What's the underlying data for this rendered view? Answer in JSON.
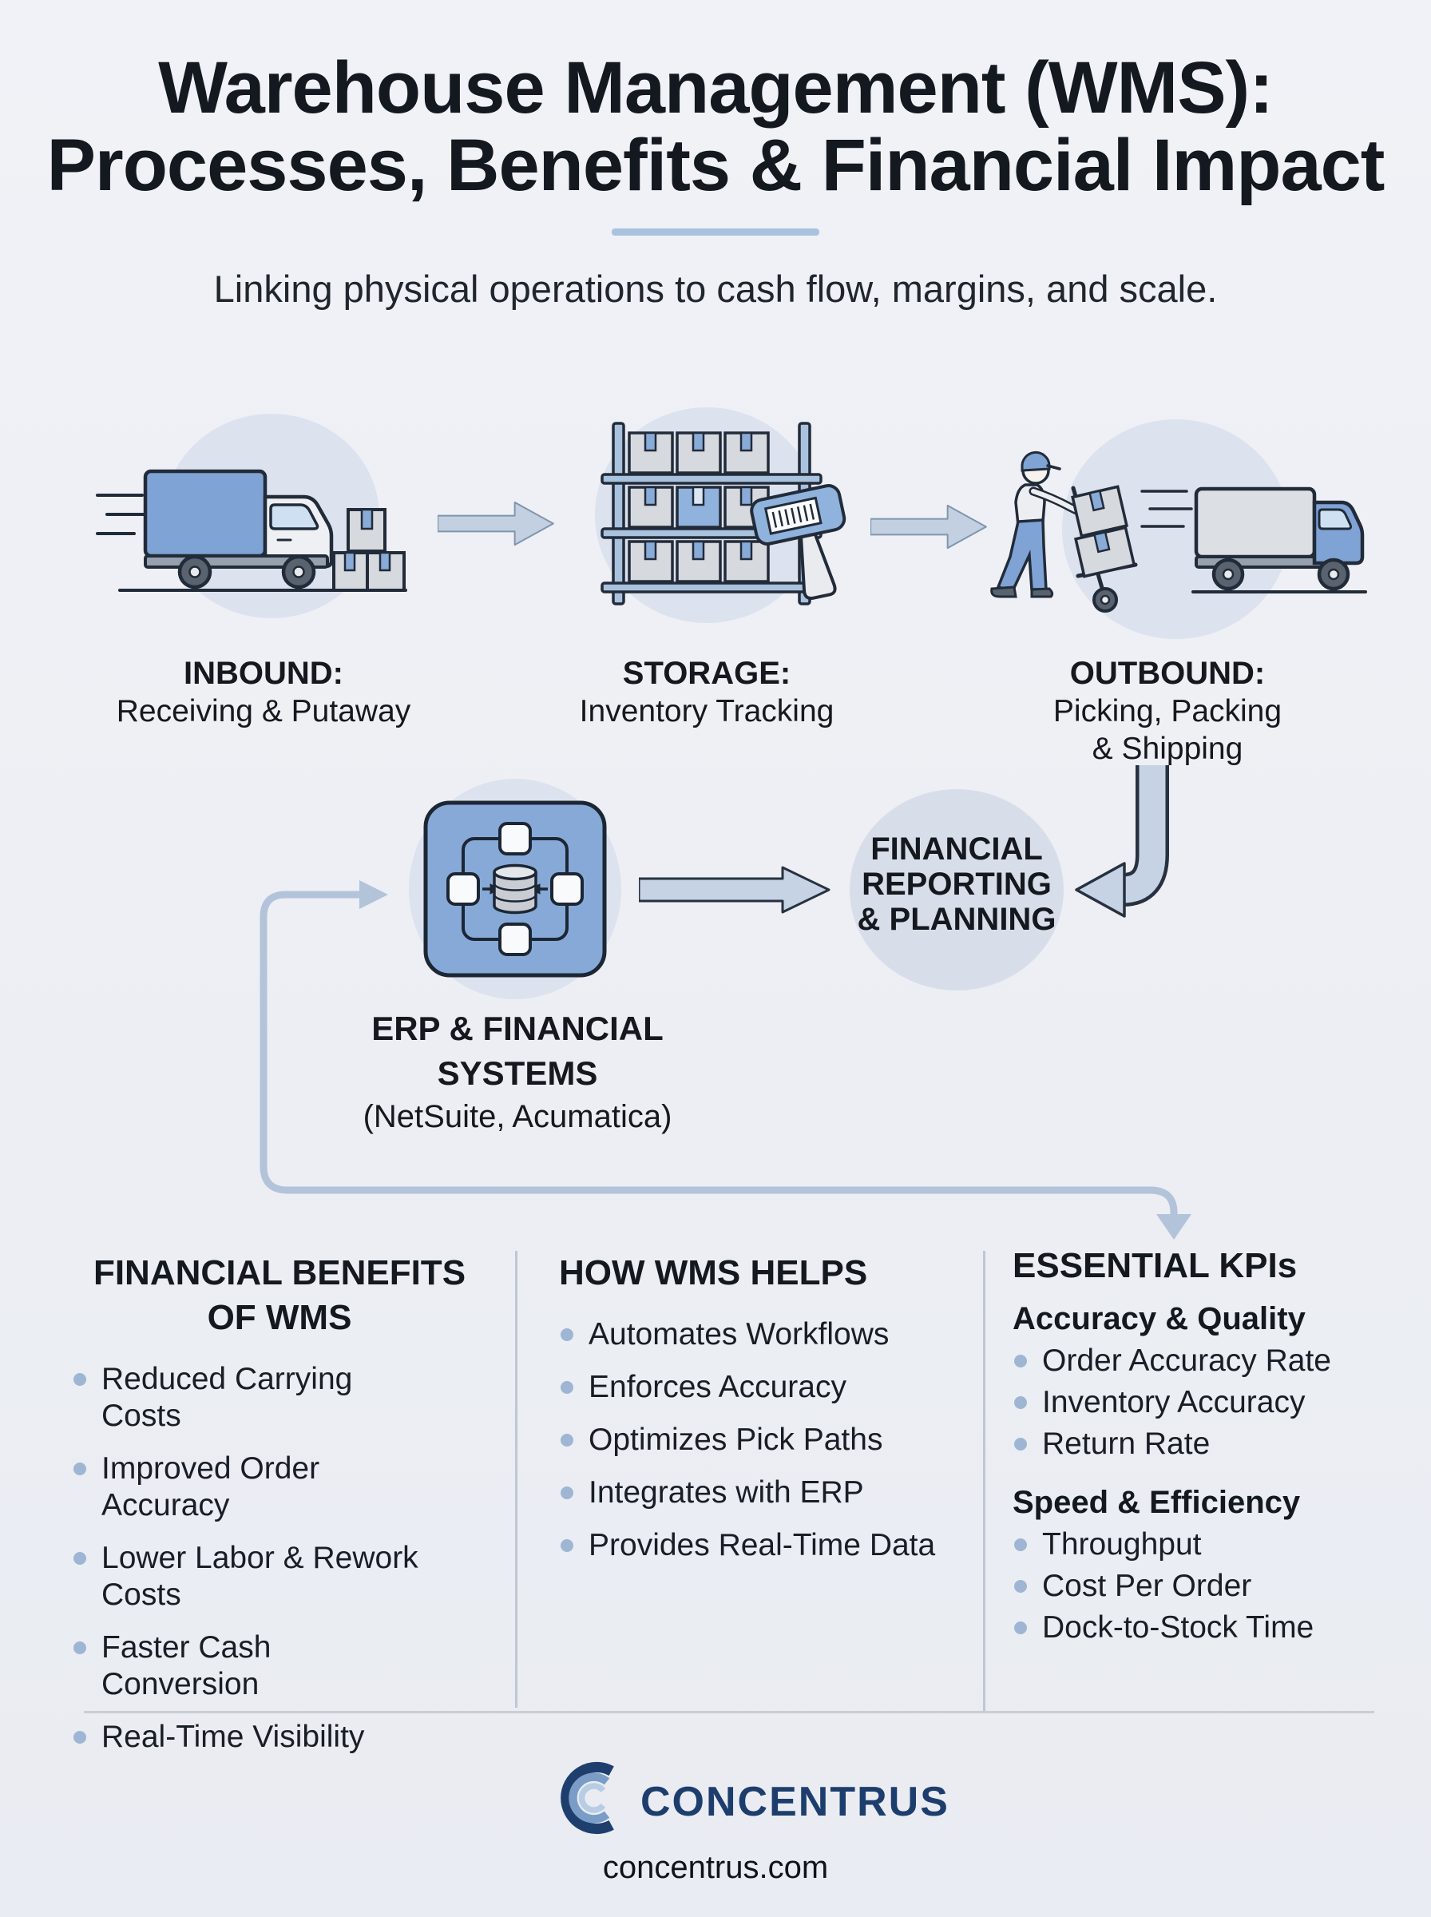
{
  "header": {
    "title_line1": "Warehouse Management (WMS):",
    "title_line2": "Processes, Benefits & Financial Impact",
    "subtitle": "Linking physical operations to cash flow, margins, and scale."
  },
  "process_flow": {
    "steps": [
      {
        "title": "INBOUND:",
        "line1": "Receiving & Putaway",
        "line2": "",
        "icon": "delivery-truck-boxes-icon"
      },
      {
        "title": "STORAGE:",
        "line1": "Inventory Tracking",
        "line2": "",
        "icon": "shelf-barcode-scanner-icon"
      },
      {
        "title": "OUTBOUND:",
        "line1": "Picking, Packing",
        "line2": "& Shipping",
        "icon": "worker-handtruck-truck-icon"
      }
    ]
  },
  "erp": {
    "title_line1": "ERP & FINANCIAL",
    "title_line2": "SYSTEMS",
    "subtitle": "(NetSuite, Acumatica)",
    "icon": "erp-database-network-icon"
  },
  "financial_reporting": {
    "line1": "FINANCIAL",
    "line2": "REPORTING",
    "line3": "& PLANNING"
  },
  "columns": [
    {
      "heading_line1": "FINANCIAL BENEFITS",
      "heading_line2": "OF WMS",
      "items": [
        "Reduced Carrying Costs",
        "Improved Order Accuracy",
        "Lower Labor & Rework Costs",
        "Faster Cash Conversion",
        "Real-Time Visibility"
      ]
    },
    {
      "heading_line1": "HOW WMS HELPS",
      "items": [
        "Automates Workflows",
        "Enforces Accuracy",
        "Optimizes Pick Paths",
        "Integrates with ERP",
        "Provides Real-Time Data"
      ]
    },
    {
      "heading_line1": "ESSENTIAL KPIs",
      "groups": [
        {
          "subheading": "Accuracy & Quality",
          "items": [
            "Order Accuracy Rate",
            "Inventory Accuracy",
            "Return Rate"
          ]
        },
        {
          "subheading": "Speed & Efficiency",
          "items": [
            "Throughput",
            "Cost Per Order",
            "Dock-to-Stock Time"
          ]
        }
      ]
    }
  ],
  "footer": {
    "brand": "CONCENTRUS",
    "website": "concentrus.com"
  },
  "colors": {
    "background": "#edeff4",
    "accent_blue": "#7ea3d4",
    "light_arrow": "#c3d0e2",
    "thin_arrow": "#b3c3d9",
    "halo": "#dce2ee",
    "bullet": "#9eb6d4",
    "brand_navy": "#1d3e6d",
    "outline_dark": "#222b39",
    "title_underline": "#a9c3de"
  }
}
